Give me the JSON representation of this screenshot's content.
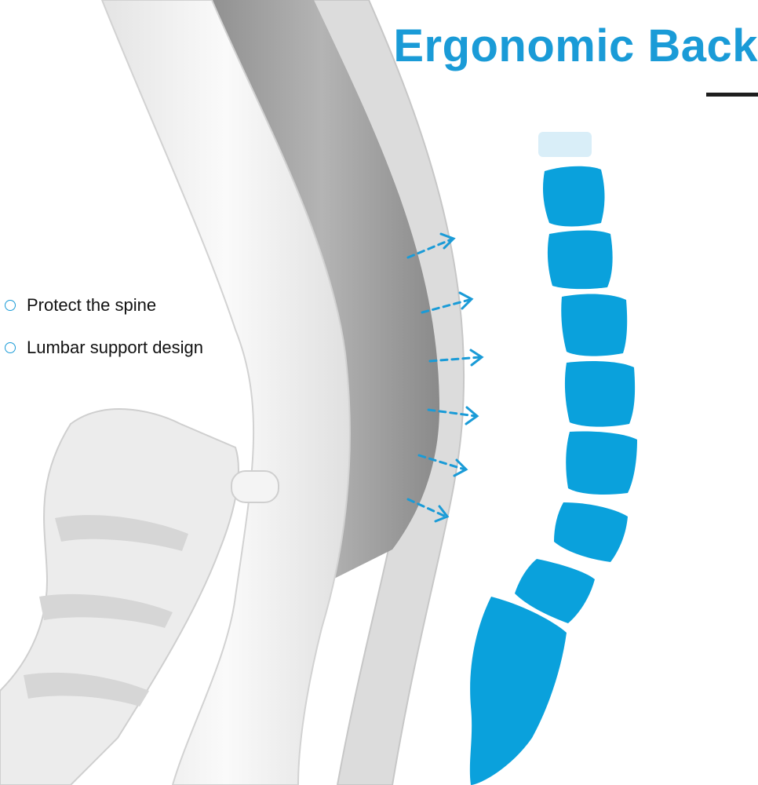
{
  "headline": "Ergonomic Back",
  "features": [
    {
      "label": "Protect the spine",
      "icon": "circle-bullet-icon"
    },
    {
      "label": "Lumbar support design",
      "icon": "circle-bullet-icon"
    }
  ],
  "colors": {
    "accent": "#1a9bd7",
    "spine_blue": "#0aa1dc",
    "frame_white": "#f1f1f1",
    "mesh_gray": "#9a9a9a",
    "divider_dark": "#1e1e1e"
  }
}
